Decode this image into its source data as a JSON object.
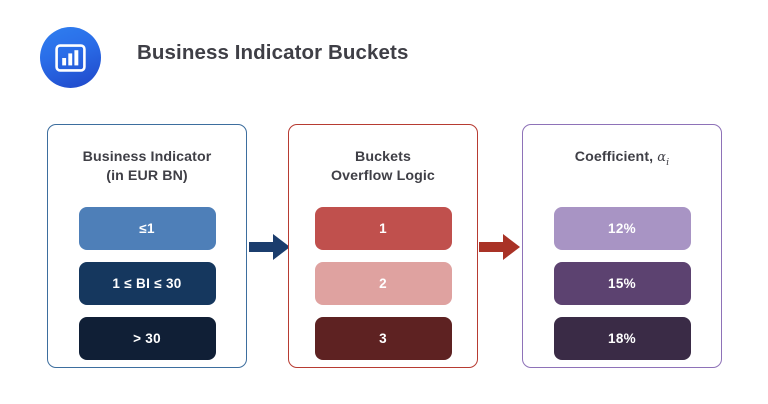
{
  "header": {
    "title": "Business Indicator Buckets",
    "logo_icon": "bar-chart-icon",
    "logo_gradient_from": "#2f7ff0",
    "logo_gradient_to": "#1f46c8"
  },
  "panels": [
    {
      "id": "business-indicator",
      "title_line1": "Business Indicator",
      "title_line2": "(in EUR BN)",
      "border_color": "#3d6e9e",
      "rows": [
        {
          "label": "≤1",
          "color": "#4e7fb8"
        },
        {
          "label": "1 ≤ BI ≤ 30",
          "color": "#15375e"
        },
        {
          "label": "> 30",
          "color": "#101f36"
        }
      ]
    },
    {
      "id": "buckets-overflow-logic",
      "title_line1": "Buckets",
      "title_line2": "Overflow Logic",
      "border_color": "#b73b32",
      "rows": [
        {
          "label": "1",
          "color": "#c0504d"
        },
        {
          "label": "2",
          "color": "#dfa2a0"
        },
        {
          "label": "3",
          "color": "#5e2222"
        }
      ]
    },
    {
      "id": "coefficient",
      "title_line1": "Coefficient, ",
      "title_alpha": "α",
      "title_subscript": "i",
      "title_line2": "",
      "border_color": "#8e72b8",
      "rows": [
        {
          "label": "12%",
          "color": "#a894c4"
        },
        {
          "label": "15%",
          "color": "#5c4270"
        },
        {
          "label": "18%",
          "color": "#3a2b46"
        }
      ]
    }
  ],
  "arrows": [
    {
      "id": "arrow-bi-to-buckets",
      "color": "#1b3d6d",
      "direction": "right"
    },
    {
      "id": "arrow-buckets-to-coeff",
      "color": "#a93226",
      "direction": "right"
    }
  ],
  "chart_data": {
    "type": "table",
    "title": "Business Indicator Buckets",
    "columns": [
      "Business Indicator (in EUR BN)",
      "Buckets Overflow Logic",
      "Coefficient, αi"
    ],
    "rows": [
      [
        "≤1",
        "1",
        "12%"
      ],
      [
        "1 ≤ BI ≤ 30",
        "2",
        "15%"
      ],
      [
        "> 30",
        "3",
        "18%"
      ]
    ]
  }
}
